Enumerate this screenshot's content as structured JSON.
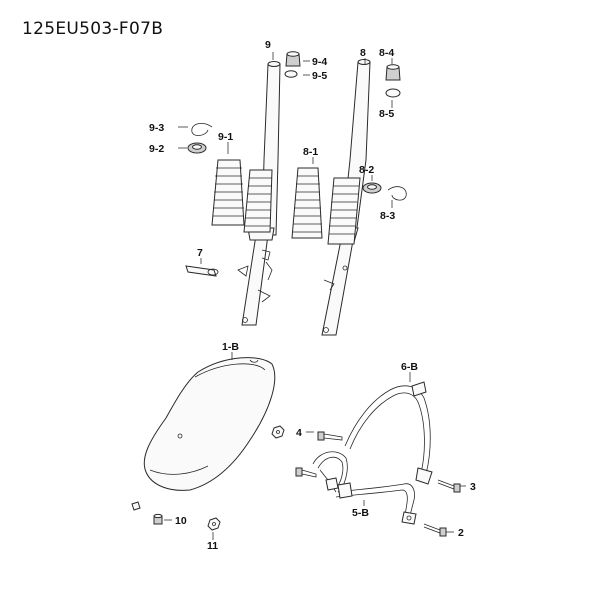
{
  "diagram_code": "125EU503-F07B",
  "callouts": {
    "l_9": "9",
    "l_9_4": "9-4",
    "l_9_5": "9-5",
    "l_8": "8",
    "l_8_4": "8-4",
    "l_8_5": "8-5",
    "l_9_3": "9-3",
    "l_9_2": "9-2",
    "l_9_1": "9-1",
    "l_8_1": "8-1",
    "l_8_2": "8-2",
    "l_8_3": "8-3",
    "l_7": "7",
    "l_1_B": "1-B",
    "l_6_B": "6-B",
    "l_4": "4",
    "l_3": "3",
    "l_5_B": "5-B",
    "l_2": "2",
    "l_10": "10",
    "l_11": "11"
  }
}
